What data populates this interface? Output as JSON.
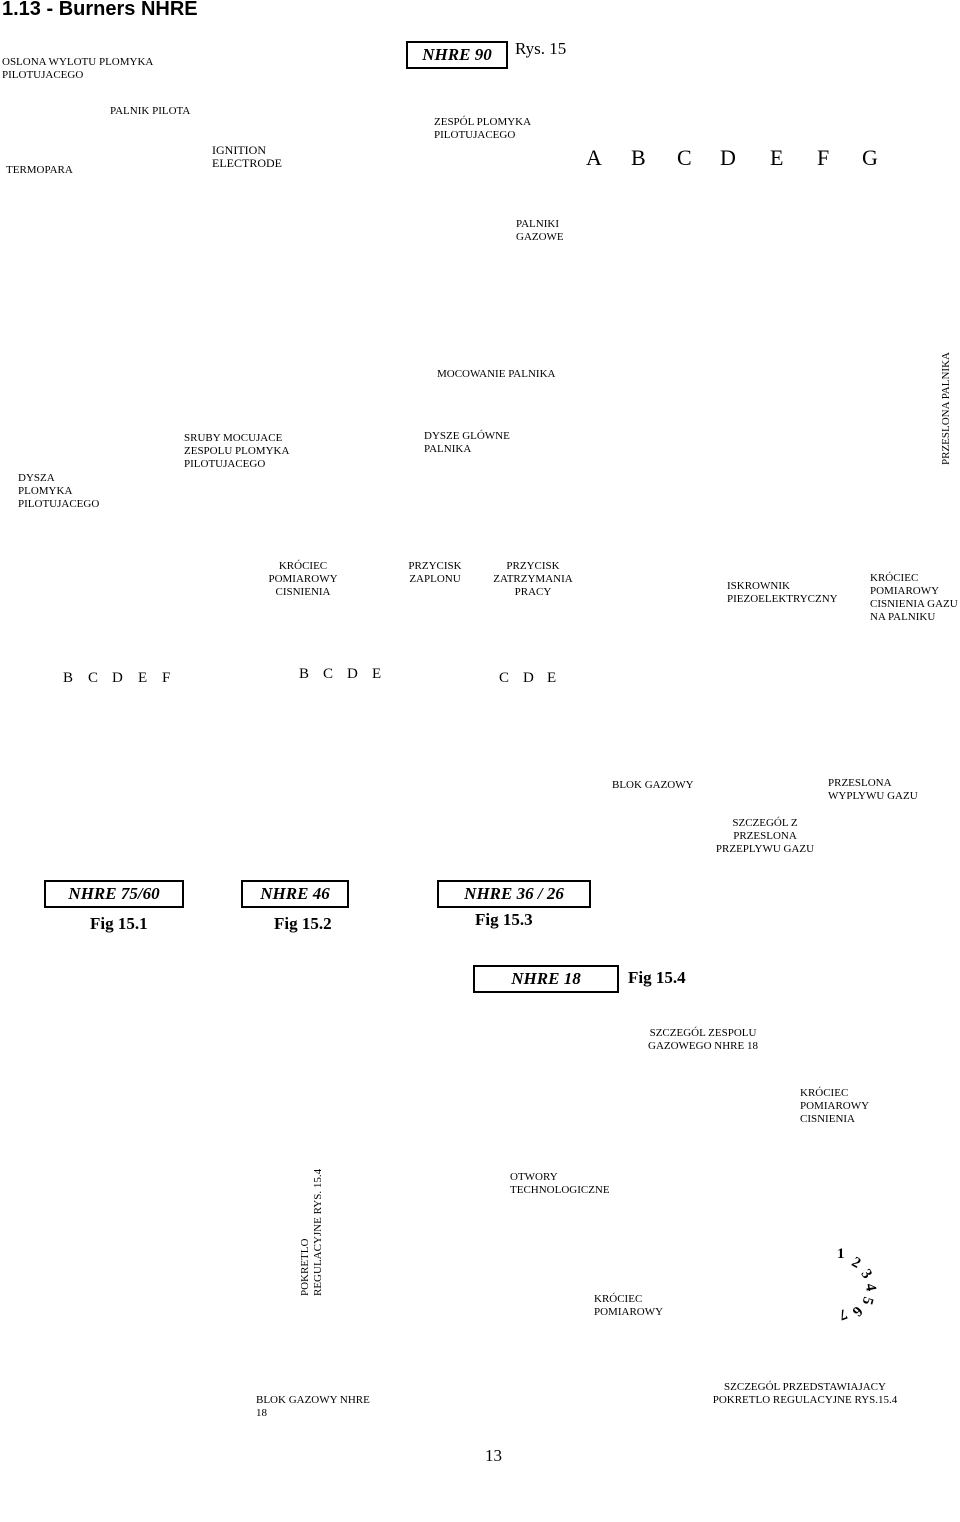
{
  "page": {
    "title": "1.13 - Burners NHRE",
    "page_number": "13"
  },
  "main_figure": {
    "model": "NHRE 90",
    "figure_ref": "Rys. 15",
    "burner_letters": [
      "A",
      "B",
      "C",
      "D",
      "E",
      "F",
      "G"
    ]
  },
  "labels": {
    "oslona": "OSLONA WYLOTU PLOMYKA\nPILOTUJACEGO",
    "palnik_pilota": "PALNIK PILOTA",
    "termopara": "TERMOPARA",
    "ignition": "IGNITION\nELECTRODE",
    "zespol": "ZESPÓL PLOMYKA\nPILOTUJACEGO",
    "palniki_gazowe": "PALNIKI\nGAZOWE",
    "mocowanie": "MOCOWANIE PALNIKA",
    "przeslona_palnika": "PRZESLONA PALNIKA",
    "dysza": "DYSZA\nPLOMYKA\nPILOTUJACEGO",
    "sruby": "SRUBY MOCUJACE\nZESPOLU PLOMYKA\nPILOTUJACEGO",
    "dysze_glowne": "DYSZE GLÓWNE\nPALNIKA",
    "krociec_cisnienia": "KRÓCIEC\nPOMIAROWY\nCISNIENIA",
    "przycisk_zaplonu": "PRZYCISK\nZAPLONU",
    "przycisk_zatrzymania": "PRZYCISK\nZATRZYMANIA\nPRACY",
    "iskrownik": "ISKROWNIK\nPIEZOELEKTRYCZNY",
    "krociec_gazu": "KRÓCIEC\nPOMIAROWY\nCISNIENIA GAZU\nNA PALNIKU",
    "blok_gazowy": "BLOK GAZOWY",
    "przeslona_wyplywu": "PRZESLONA\nWYPLYWU GAZU",
    "szczegol_przeslona": "SZCZEGÓL Z\nPRZESLONA\nPRZEPLYWU GAZU"
  },
  "small_figures": [
    {
      "model": "NHRE 75/60",
      "fig": "Fig 15.1",
      "letters": [
        "B",
        "C",
        "D",
        "E",
        "F"
      ]
    },
    {
      "model": "NHRE 46",
      "fig": "Fig 15.2",
      "letters": [
        "B",
        "C",
        "D",
        "E"
      ]
    },
    {
      "model": "NHRE 36 / 26",
      "fig": "Fig 15.3",
      "letters": [
        "C",
        "D",
        "E"
      ]
    }
  ],
  "nhre18": {
    "model": "NHRE 18",
    "fig": "Fig 15.4",
    "szczegol_zespolu": "SZCZEGÓL ZESPOLU\nGAZOWEGO NHRE 18",
    "krociec_cisnienia": "KRÓCIEC\nPOMIAROWY\nCISNIENIA",
    "otwory": "OTWORY\nTECHNOLOGICZNE",
    "pokretlo": "POKRETLO\nREGULACYJNE RYS. 15.4",
    "krociec_pomiarowy": "KRÓCIEC\nPOMIAROWY",
    "blok_gazowy": "BLOK GAZOWY NHRE\n18",
    "szczegol_pokretla": "SZCZEGÓL PRZEDSTAWIAJACY\nPOKRETLO REGULACYJNE RYS.15.4",
    "dial_numbers": [
      "1",
      "2",
      "3",
      "4",
      "5",
      "6",
      "7"
    ]
  },
  "colors": {
    "line": "#000000",
    "cyan": "#00b4c8",
    "magenta": "#c800c8",
    "orange": "#e88a3c",
    "green": "#33cc33",
    "red": "#e02020",
    "hatch": "#d05030"
  }
}
